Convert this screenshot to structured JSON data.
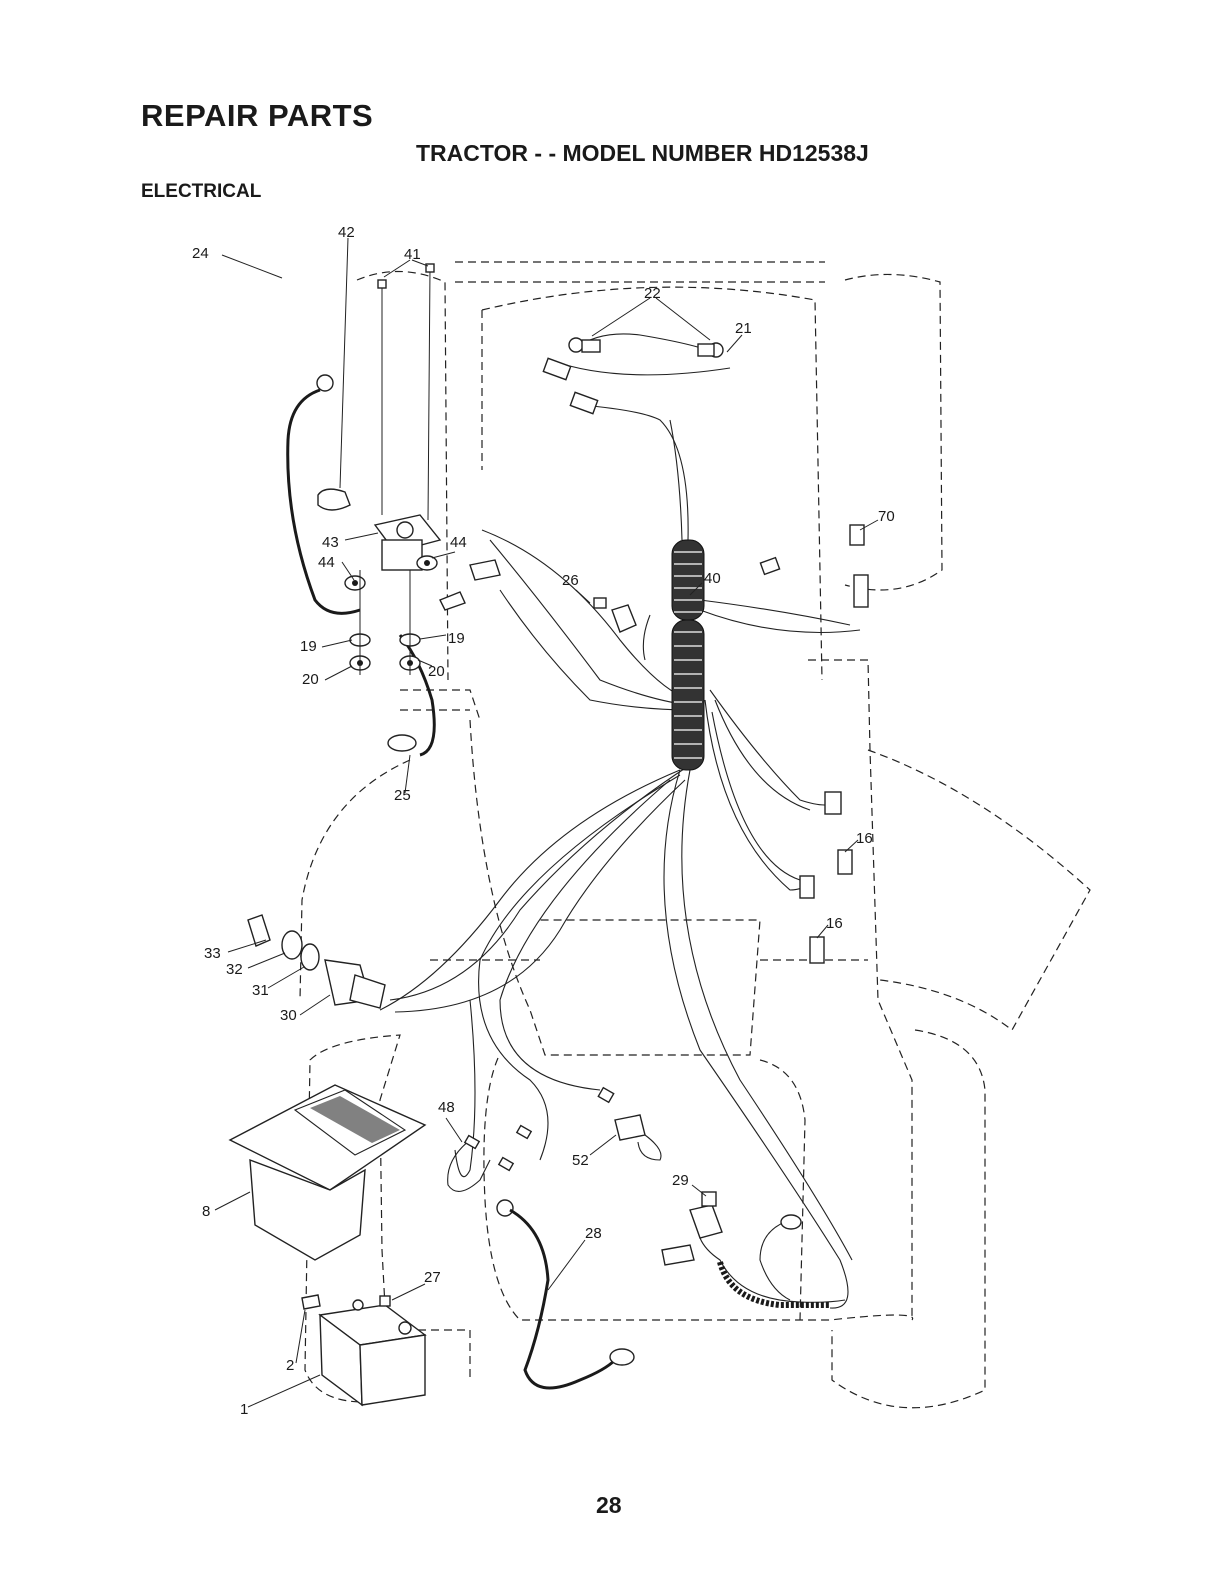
{
  "header": {
    "title": "REPAIR PARTS",
    "subtitle": "TRACTOR - - MODEL NUMBER HD12538J",
    "section": "ELECTRICAL"
  },
  "callouts": {
    "c1": "1",
    "c2": "2",
    "c8": "8",
    "c16a": "16",
    "c16b": "16",
    "c19a": "19",
    "c19b": "19",
    "c20a": "20",
    "c20b": "20",
    "c21": "21",
    "c22": "22",
    "c24": "24",
    "c25": "25",
    "c26": "26",
    "c27": "27",
    "c28": "28",
    "c29": "29",
    "c30": "30",
    "c31": "31",
    "c32": "32",
    "c33": "33",
    "c40": "40",
    "c41": "41",
    "c42": "42",
    "c43": "43",
    "c44a": "44",
    "c44b": "44",
    "c48": "48",
    "c52": "52",
    "c70": "70"
  },
  "footer": {
    "page_number": "28"
  }
}
